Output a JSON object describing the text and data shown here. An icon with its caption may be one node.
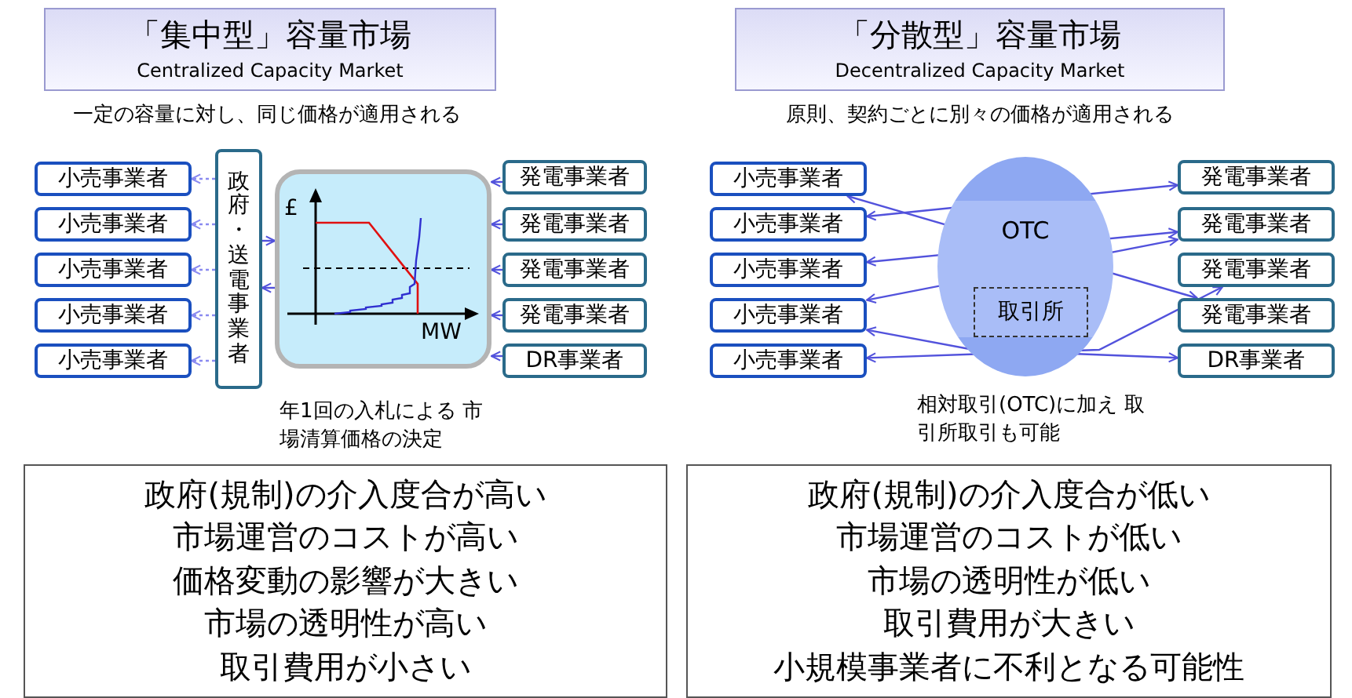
{
  "diagram": {
    "nodes": [
      {
        "text": [
          "「集中型」容量市場",
          "Centralized Capacity Market"
        ]
      },
      {
        "text": [
          "小売事業者"
        ]
      },
      {
        "text": [
          "小売事業者"
        ]
      },
      {
        "text": [
          "小売事業者"
        ]
      },
      {
        "text": [
          "小売事業者"
        ]
      },
      {
        "text": [
          "小売事業者"
        ]
      },
      {
        "text": [
          "政府・送電事業者"
        ]
      },
      {
        "text": [],
        "shape": "box"
      },
      {
        "text": [
          "発電事業者"
        ]
      },
      {
        "text": [
          "発電事業者"
        ]
      },
      {
        "text": [
          "発電事業者"
        ]
      },
      {
        "text": [
          "発電事業者"
        ]
      },
      {
        "text": [
          "DR事業者"
        ]
      },
      {
        "text": [
          "「分散型」容量市場",
          "Decentralized Capacity Market"
        ]
      },
      {
        "text": [
          "小売事業者"
        ]
      },
      {
        "text": [
          "小売事業者"
        ]
      },
      {
        "text": [
          "小売事業者"
        ]
      },
      {
        "text": [
          "小売事業者"
        ]
      },
      {
        "text": [
          "小売事業者"
        ]
      },
      {
        "text": [
          "OTC"
        ]
      },
      {
        "text": [
          "取引所"
        ],
        "in": 19
      },
      {
        "text": [
          "発電事業者"
        ]
      },
      {
        "text": [
          "発電事業者"
        ]
      },
      {
        "text": [
          "発電事業者"
        ]
      },
      {
        "text": [
          "発電事業者"
        ]
      },
      {
        "text": [
          "DR事業者"
        ]
      },
      {
        "text": [
          "政府(規制)の介入度合が高い",
          "市場運営のコストが高い",
          "価格変動の影響が大きい",
          "市場の透明性が高い",
          "取引費用が小さい"
        ]
      },
      {
        "text": [
          "政府(規制)の介入度合が低い",
          "市場運営のコストが低い",
          "市場の透明性が低い",
          "取引費用が大きい",
          "小規模事業者に不利となる可能性"
        ]
      }
    ],
    "edges": [
      {
        "from": 6,
        "to": 1,
        "arrow": "to",
        "style": "dashed"
      },
      {
        "from": 6,
        "to": 2,
        "arrow": "to",
        "style": "dashed"
      },
      {
        "from": 6,
        "to": 3,
        "arrow": "to",
        "style": "dashed"
      },
      {
        "from": 6,
        "to": 4,
        "arrow": "to",
        "style": "dashed"
      },
      {
        "from": 6,
        "to": 5,
        "arrow": "to",
        "style": "dashed"
      },
      {
        "from": 6,
        "to": 7,
        "arrow": "to"
      },
      {
        "from": 7,
        "to": 6,
        "arrow": "to"
      },
      {
        "from": 8,
        "to": 7,
        "arrow": "to"
      },
      {
        "from": 9,
        "to": 7,
        "arrow": "to"
      },
      {
        "from": 10,
        "to": 7,
        "arrow": "to"
      },
      {
        "from": 11,
        "to": 7,
        "arrow": "to"
      },
      {
        "from": 12,
        "to": 7,
        "arrow": "to"
      },
      {
        "from": 15,
        "to": 21,
        "arrow": "both"
      },
      {
        "from": 14,
        "to": 24,
        "arrow": "both"
      },
      {
        "from": 16,
        "to": 22,
        "arrow": "both"
      },
      {
        "from": 17,
        "to": 22,
        "arrow": "both"
      },
      {
        "from": 18,
        "to": 23,
        "arrow": "both"
      },
      {
        "from": 17,
        "to": 25,
        "arrow": "both"
      }
    ],
    "labels": [
      "一定の容量に対し、同じ価格が適用される",
      "原則、契約ごとに別々の価格が適用される",
      "£",
      "MW",
      "年1回の入札による 市場清算価格の決定",
      "相対取引(OTC)に加え 取引所取引も可能"
    ]
  }
}
